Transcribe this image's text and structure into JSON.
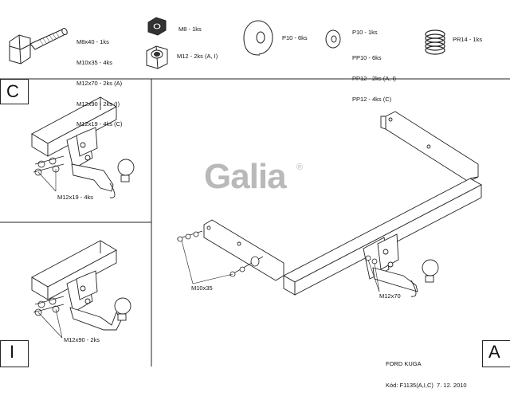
{
  "hardware": {
    "bolt_lines": [
      "M8x40 - 1ks",
      "M10x35 - 4ks",
      "M12x70 - 2ks (A)",
      "M12x90 - 2ks (I)",
      "M12x19 - 4ks (C)"
    ],
    "nut_m8": "M8 - 1ks",
    "nut_m12": "M12 - 2ks (A, I)",
    "washer_big": "P10 - 6ks",
    "washer_small_lines": [
      "P10 - 1ks",
      "PP10 - 6ks",
      "PP12 - 2ks (A, I)",
      "PP12 - 4ks (C)"
    ],
    "spring": "PR14 - 1ks"
  },
  "panels": {
    "c": {
      "letter": "C",
      "callout": "M12x19 - 4ks"
    },
    "i": {
      "letter": "I",
      "callout": "M12x90 - 2ks"
    },
    "a": {
      "letter": "A",
      "callout_left": "M10x35",
      "callout_right": "M12x70"
    }
  },
  "logo": {
    "text": "Galia",
    "mark": "®"
  },
  "title_block": {
    "model": "FORD KUGA",
    "code": "Kód: F1135(A,I,C)  7. 12. 2010"
  },
  "colors": {
    "line": "#222222",
    "logo": "#b9b9b9",
    "background": "#ffffff"
  }
}
